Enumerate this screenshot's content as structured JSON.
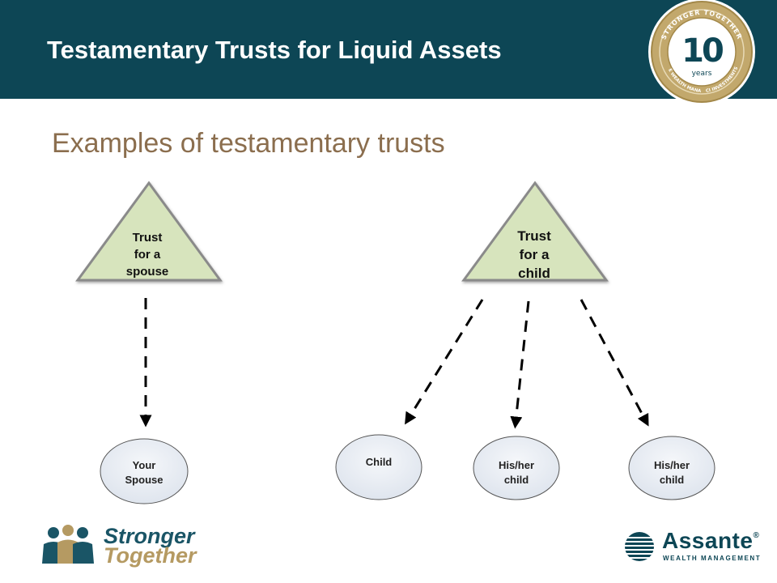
{
  "slide": {
    "title": "Testamentary Trusts for Liquid Assets",
    "subtitle": "Examples of testamentary trusts"
  },
  "badge": {
    "number": "10",
    "years_label": "years",
    "ring_text_top": "STRONGER TOGETHER",
    "ring_text_left": "ASSANTE WEALTH MANAGEMENT",
    "ring_text_right": "CI INVESTMENTS"
  },
  "diagram": {
    "trust_spouse": [
      "Trust",
      "for a",
      "spouse"
    ],
    "trust_child": [
      "Trust",
      "for a",
      "child"
    ],
    "node_spouse": [
      "Your",
      "Spouse"
    ],
    "node_child": [
      "Child"
    ],
    "node_grandchild_1": [
      "His/her",
      "child"
    ],
    "node_grandchild_2": [
      "His/her",
      "child"
    ]
  },
  "footer": {
    "left_logo_line1": "Stronger",
    "left_logo_line2": "Together",
    "right_logo_name": "Assante",
    "right_logo_registered": "®",
    "right_logo_sub": "WEALTH MANAGEMENT"
  },
  "colors": {
    "header_bg": "#0d4655",
    "subtitle": "#8b6e4e",
    "triangle_fill": "#d7e4bd",
    "triangle_stroke": "#8a8a8a",
    "node_fill": "#e6ebf2",
    "badge_gold": "#b89a5e"
  }
}
